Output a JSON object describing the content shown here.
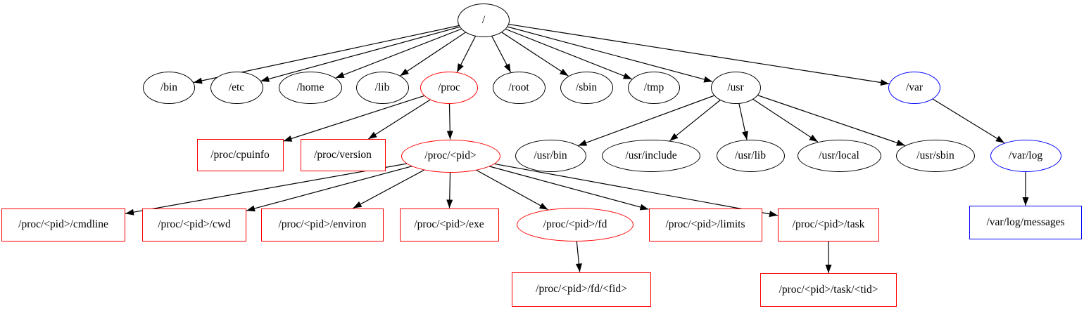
{
  "diagram": {
    "type": "tree",
    "background": "#ffffff",
    "colors": {
      "black": "#000000",
      "red": "#ff0000",
      "blue": "#0000ff",
      "node_fill": "#ffffff",
      "edge_color": "#000000",
      "text": "#000000"
    },
    "nodes": [
      {
        "id": "fs-root",
        "label": "/",
        "shape": "ellipse",
        "color": "black"
      },
      {
        "id": "bin",
        "label": "/bin",
        "shape": "ellipse",
        "color": "black"
      },
      {
        "id": "etc",
        "label": "/etc",
        "shape": "ellipse",
        "color": "black"
      },
      {
        "id": "home",
        "label": "/home",
        "shape": "ellipse",
        "color": "black"
      },
      {
        "id": "lib",
        "label": "/lib",
        "shape": "ellipse",
        "color": "black"
      },
      {
        "id": "proc",
        "label": "/proc",
        "shape": "ellipse",
        "color": "red"
      },
      {
        "id": "root",
        "label": "/root",
        "shape": "ellipse",
        "color": "black"
      },
      {
        "id": "sbin",
        "label": "/sbin",
        "shape": "ellipse",
        "color": "black"
      },
      {
        "id": "tmp",
        "label": "/tmp",
        "shape": "ellipse",
        "color": "black"
      },
      {
        "id": "usr",
        "label": "/usr",
        "shape": "ellipse",
        "color": "black"
      },
      {
        "id": "var",
        "label": "/var",
        "shape": "ellipse",
        "color": "blue"
      },
      {
        "id": "proc-cpuinfo",
        "label": "/proc/cpuinfo",
        "shape": "box",
        "color": "red"
      },
      {
        "id": "proc-version",
        "label": "/proc/version",
        "shape": "box",
        "color": "red"
      },
      {
        "id": "proc-pid",
        "label": "/proc/<pid>",
        "shape": "ellipse",
        "color": "red"
      },
      {
        "id": "usr-bin",
        "label": "/usr/bin",
        "shape": "ellipse",
        "color": "black"
      },
      {
        "id": "usr-include",
        "label": "/usr/include",
        "shape": "ellipse",
        "color": "black"
      },
      {
        "id": "usr-lib",
        "label": "/usr/lib",
        "shape": "ellipse",
        "color": "black"
      },
      {
        "id": "usr-local",
        "label": "/usr/local",
        "shape": "ellipse",
        "color": "black"
      },
      {
        "id": "usr-sbin",
        "label": "/usr/sbin",
        "shape": "ellipse",
        "color": "black"
      },
      {
        "id": "var-log",
        "label": "/var/log",
        "shape": "ellipse",
        "color": "blue"
      },
      {
        "id": "pid-cmdline",
        "label": "/proc/<pid>/cmdline",
        "shape": "box",
        "color": "red"
      },
      {
        "id": "pid-cwd",
        "label": "/proc/<pid>/cwd",
        "shape": "box",
        "color": "red"
      },
      {
        "id": "pid-environ",
        "label": "/proc/<pid>/environ",
        "shape": "box",
        "color": "red"
      },
      {
        "id": "pid-exe",
        "label": "/proc/<pid>/exe",
        "shape": "box",
        "color": "red"
      },
      {
        "id": "pid-fd",
        "label": "/proc/<pid>/fd",
        "shape": "ellipse",
        "color": "red"
      },
      {
        "id": "pid-limits",
        "label": "/proc/<pid>/limits",
        "shape": "box",
        "color": "red"
      },
      {
        "id": "pid-task",
        "label": "/proc/<pid>/task",
        "shape": "box",
        "color": "red"
      },
      {
        "id": "var-log-messages",
        "label": "/var/log/messages",
        "shape": "box",
        "color": "blue"
      },
      {
        "id": "pid-fd-fid",
        "label": "/proc/<pid>/fd/<fid>",
        "shape": "box",
        "color": "red"
      },
      {
        "id": "pid-task-tid",
        "label": "/proc/<pid>/task/<tid>",
        "shape": "box",
        "color": "red"
      }
    ],
    "edges": [
      {
        "from": "fs-root",
        "to": "bin"
      },
      {
        "from": "fs-root",
        "to": "etc"
      },
      {
        "from": "fs-root",
        "to": "home"
      },
      {
        "from": "fs-root",
        "to": "lib"
      },
      {
        "from": "fs-root",
        "to": "proc"
      },
      {
        "from": "fs-root",
        "to": "root"
      },
      {
        "from": "fs-root",
        "to": "sbin"
      },
      {
        "from": "fs-root",
        "to": "tmp"
      },
      {
        "from": "fs-root",
        "to": "usr"
      },
      {
        "from": "fs-root",
        "to": "var"
      },
      {
        "from": "proc",
        "to": "proc-cpuinfo"
      },
      {
        "from": "proc",
        "to": "proc-version"
      },
      {
        "from": "proc",
        "to": "proc-pid"
      },
      {
        "from": "usr",
        "to": "usr-bin"
      },
      {
        "from": "usr",
        "to": "usr-include"
      },
      {
        "from": "usr",
        "to": "usr-lib"
      },
      {
        "from": "usr",
        "to": "usr-local"
      },
      {
        "from": "usr",
        "to": "usr-sbin"
      },
      {
        "from": "var",
        "to": "var-log"
      },
      {
        "from": "var-log",
        "to": "var-log-messages"
      },
      {
        "from": "proc-pid",
        "to": "pid-cmdline"
      },
      {
        "from": "proc-pid",
        "to": "pid-cwd"
      },
      {
        "from": "proc-pid",
        "to": "pid-environ"
      },
      {
        "from": "proc-pid",
        "to": "pid-exe"
      },
      {
        "from": "proc-pid",
        "to": "pid-fd"
      },
      {
        "from": "proc-pid",
        "to": "pid-limits"
      },
      {
        "from": "proc-pid",
        "to": "pid-task"
      },
      {
        "from": "pid-fd",
        "to": "pid-fd-fid"
      },
      {
        "from": "pid-task",
        "to": "pid-task-tid"
      }
    ]
  }
}
